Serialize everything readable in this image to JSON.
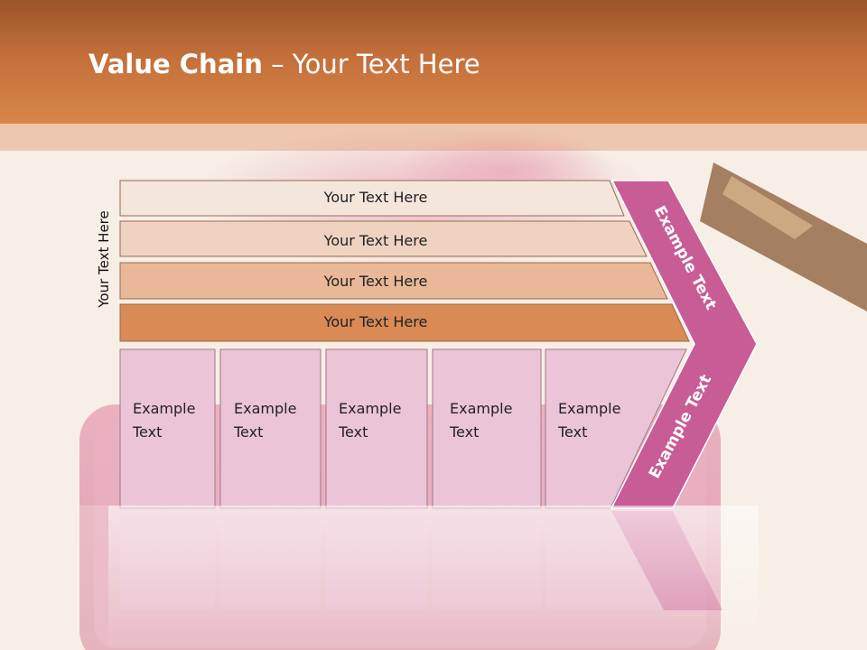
{
  "title": {
    "bold": "Value Chain",
    "rest": " – Your Text Here"
  },
  "side_label": "Your Text Here",
  "bars": [
    {
      "label": "Your Text Here",
      "color": "#f5e6dc"
    },
    {
      "label": "Your Text Here",
      "color": "#efd2c0"
    },
    {
      "label": "Your Text Here",
      "color": "#e8b898"
    },
    {
      "label": "Your Text Here",
      "color": "#d98a55"
    }
  ],
  "columns": [
    {
      "line1": "Example",
      "line2": "Text"
    },
    {
      "line1": "Example",
      "line2": "Text"
    },
    {
      "line1": "Example",
      "line2": "Text"
    },
    {
      "line1": "Example",
      "line2": "Text"
    },
    {
      "line1": "Example",
      "line2": "Text"
    }
  ],
  "chevron": {
    "upper_label": "Example Text",
    "lower_label": "Example Text",
    "color": "#c85c95"
  },
  "colors": {
    "column_fill": "#ecc4d8",
    "header_dark": "#9a5529",
    "header_light": "#d8864a"
  }
}
